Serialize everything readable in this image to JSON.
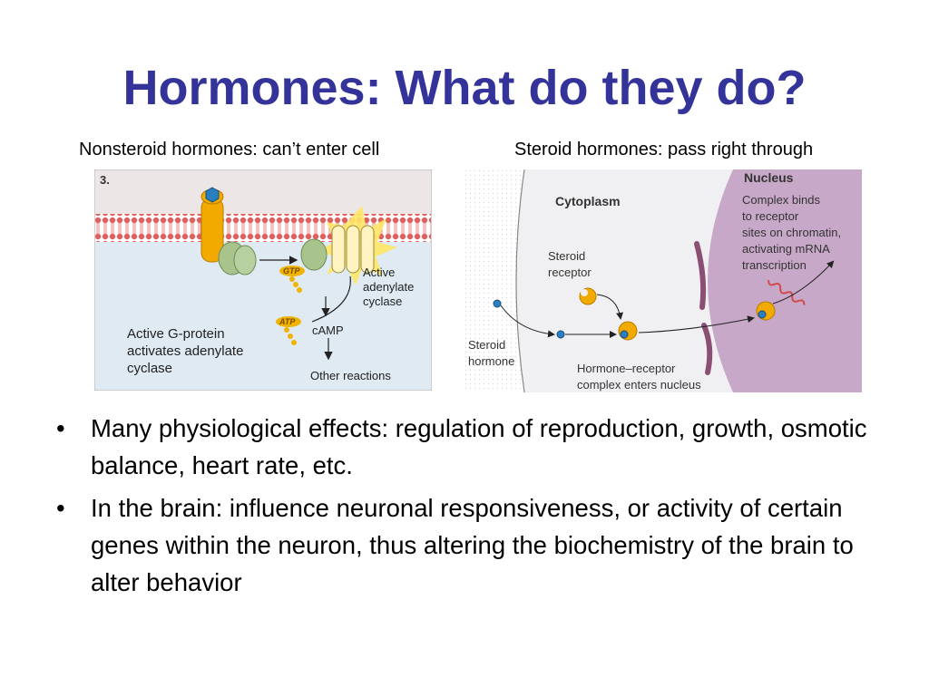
{
  "slide": {
    "title": "Hormones: What do they do?",
    "caption_left": "Nonsteroid hormones: can’t enter cell",
    "caption_right": "Steroid hormones: pass right through"
  },
  "left_diagram": {
    "panel_number": "3.",
    "gtp_label": "GTP",
    "atp_label": "ATP",
    "enzyme_label_line1": "Active",
    "enzyme_label_line2": "adenylate",
    "enzyme_label_line3": "cyclase",
    "camp_label": "cAMP",
    "other_label": "Other reactions",
    "gprotein_label_line1": "Active G-protein",
    "gprotein_label_line2": "activates adenylate",
    "gprotein_label_line3": "cyclase"
  },
  "right_diagram": {
    "cytoplasm_label": "Cytoplasm",
    "nucleus_label": "Nucleus",
    "complex_line1": "Complex binds",
    "complex_line2": "to receptor",
    "complex_line3": "sites on chromatin,",
    "complex_line4": "activating mRNA",
    "complex_line5": "transcription",
    "receptor_line1": "Steroid",
    "receptor_line2": "receptor",
    "hormone_line1": "Steroid",
    "hormone_line2": "hormone",
    "enters_line1": "Hormone–receptor",
    "enters_line2": "complex enters nucleus"
  },
  "bullets": [
    "Many physiological effects: regulation of reproduction, growth, osmotic balance, heart rate, etc.",
    "In the brain: influence neuronal responsiveness, or activity of certain genes within the neuron, thus altering the biochemistry of the brain to alter behavior"
  ],
  "bullet_glyph": "•",
  "colors": {
    "title": "#333399",
    "membrane": "#d9534f",
    "cytoplasm_bg": "#dfeaf3",
    "nucleus": "#c8a8c8",
    "receptor": "#f2a900",
    "hormone": "#2a7fc0"
  }
}
